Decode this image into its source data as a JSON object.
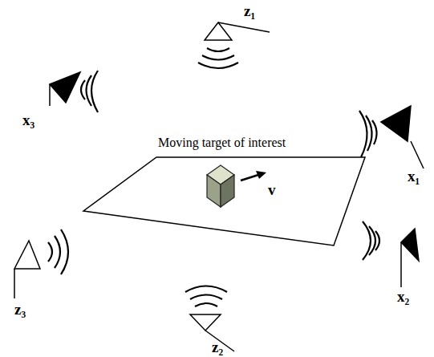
{
  "diagram": {
    "labels": [
      "Moving target of interest",
      "v",
      "z₁",
      "x₃",
      "x₁",
      "x₂",
      "z₃",
      "z₂"
    ]
  }
}
